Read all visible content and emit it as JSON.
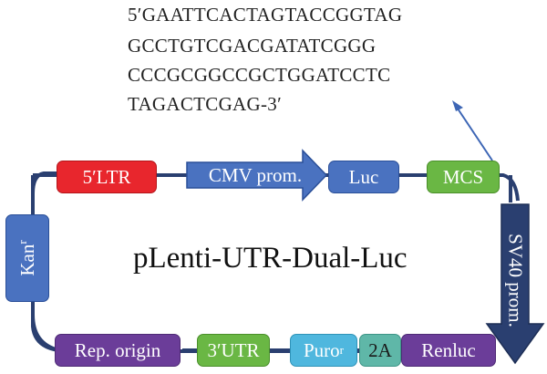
{
  "sequence": {
    "lines": [
      "5′GAATTCACTAGTACCGGTAG",
      "GCCTGTCGACGATATCGGG",
      "CCCGCGGCCGCTGGATCCTC",
      "TAGACTCGAG-3′"
    ]
  },
  "plasmid": {
    "name": "pLenti-UTR-Dual-Luc",
    "elements": {
      "ltr": {
        "label": "5′LTR",
        "color": "#e8262d"
      },
      "cmv": {
        "label": "CMV prom.",
        "color": "#4a72c0"
      },
      "luc": {
        "label": "Luc",
        "color": "#4a72c0"
      },
      "mcs": {
        "label": "MCS",
        "color": "#6ab744"
      },
      "sv40": {
        "label": "SV40 prom.",
        "color": "#2a3f70"
      },
      "kan": {
        "label": "Kan",
        "sup": "r",
        "color": "#4a72c0"
      },
      "rep": {
        "label": "Rep. origin",
        "color": "#6b3d99"
      },
      "utr": {
        "label": "3′UTR",
        "color": "#6ab744"
      },
      "puro": {
        "label": "Puro",
        "sup": "r",
        "color": "#4fb7de"
      },
      "t2a": {
        "label": "2A",
        "color": "#5fb7a8"
      },
      "renluc": {
        "label": "Renluc",
        "color": "#6b3d99"
      }
    },
    "backbone_color": "#2a3f70",
    "pointer_color": "#3d66b5"
  }
}
